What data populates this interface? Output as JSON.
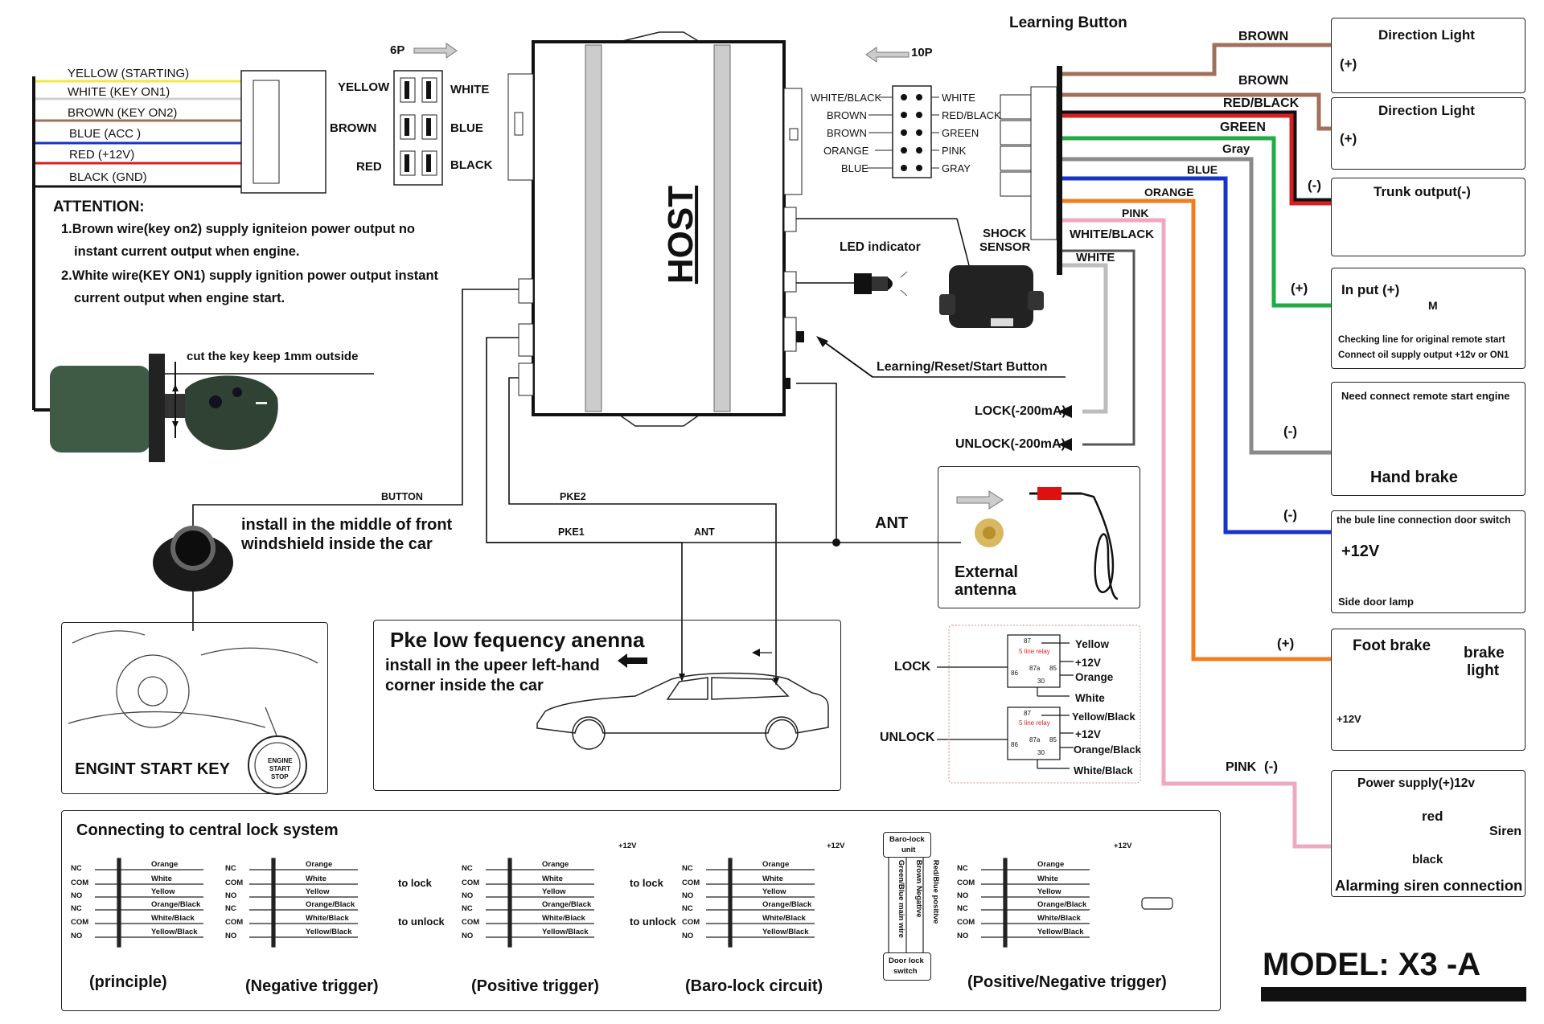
{
  "input_wires": [
    "YELLOW (STARTING)",
    "WHITE (KEY ON1)",
    "BROWN (KEY ON2)",
    "BLUE (ACC )",
    "RED (+12V)",
    "BLACK (GND)"
  ],
  "attention": {
    "title": "ATTENTION:",
    "line1": "1.Brown wire(key on2) supply igniteion power output no",
    "line1b": "instant current output when engine.",
    "line2": "2.White wire(KEY ON1) supply ignition power output instant",
    "line2b": "current output when engine start."
  },
  "connector6p": {
    "label": "6P",
    "left": [
      "YELLOW",
      "BROWN",
      "RED"
    ],
    "right": [
      "WHITE",
      "BLUE",
      "BLACK"
    ]
  },
  "connector10p": {
    "label": "10P",
    "left": [
      "WHITE/BLACK",
      "BROWN",
      "BROWN",
      "ORANGE",
      "BLUE"
    ],
    "right": [
      "WHITE",
      "RED/BLACK",
      "GREEN",
      "PINK",
      "GRAY"
    ]
  },
  "host": "HOST",
  "led": "LED indicator",
  "shock": "SHOCK\nSENSOR",
  "shock_l1": "SHOCK",
  "shock_l2": "SENSOR",
  "learning_button": "Learning Button",
  "learn_reset": "Learning/Reset/Start  Button",
  "cut_key": "cut the key keep 1mm outside",
  "lock_out": "LOCK(-200mA)",
  "unlock_out": "UNLOCK(-200mA)",
  "ant": "ANT",
  "ext_ant_1": "External",
  "ext_ant_2": "antenna",
  "wire_labels": {
    "button": "BUTTON",
    "pke2": "PKE2",
    "pke1": "PKE1",
    "ant": "ANT"
  },
  "start_btn_1": "install in the middle of front",
  "start_btn_2": "windshield inside the car",
  "start_key": "ENGINT START KEY",
  "start_key_btn": [
    "ENGINE",
    "START",
    "STOP"
  ],
  "pke_title": "Pke low fequency anenna",
  "pke_l1": "install in the upeer left-hand",
  "pke_l2": "corner inside the car",
  "right_wires": [
    "BROWN",
    "BROWN",
    "RED/BLACK",
    "GREEN",
    "Gray",
    "BLUE",
    "ORANGE",
    "PINK",
    "WHITE/BLACK",
    "WHITE"
  ],
  "dir1": "Direction Light",
  "dir2": "Direction Light",
  "plus": "(+)",
  "minus": "(-)",
  "trunk": "Trunk output(-)",
  "input_box": {
    "title": "In put (+)",
    "m": "M",
    "l1": "Checking line for original remote start",
    "l2": "Connect oil supply output +12v or ON1"
  },
  "hand": {
    "top": "Need connect remote start engine",
    "label": "Hand brake"
  },
  "door": {
    "top": "the bule line connection door switch",
    "v": "+12V",
    "lamp": "Side door lamp"
  },
  "foot": {
    "title": "Foot brake",
    "brake_l1": "brake",
    "brake_l2": "light",
    "v": "+12V"
  },
  "siren": {
    "top": "Power supply(+)12v",
    "red": "red",
    "black": "black",
    "siren": "Siren",
    "bottom": "Alarming siren connection",
    "pink": "PINK"
  },
  "relay": {
    "lock": "LOCK",
    "unlock": "UNLOCK",
    "r1": [
      "Yellow",
      "+12V",
      "Orange",
      "White"
    ],
    "r2": [
      "Yellow/Black",
      "+12V",
      "Orange/Black",
      "White/Black"
    ],
    "relay_name": "5 line relay",
    "pins": [
      "87",
      "86",
      "87a",
      "85",
      "30"
    ]
  },
  "central": {
    "title": "Connecting to central lock system",
    "captions": [
      "(principle)",
      "(Negative trigger)",
      "(Positive trigger)",
      "(Baro-lock circuit)",
      "(Positive/Negative trigger)"
    ],
    "pins": [
      "NC",
      "COM",
      "NO",
      "NC",
      "COM",
      "NO"
    ],
    "wires": [
      "Orange",
      "White",
      "Yellow",
      "Orange/Black",
      "White/Black",
      "Yellow/Black"
    ],
    "to_lock": "to lock",
    "to_unlock": "to unlock",
    "v12": "+12V",
    "baro_unit": [
      "Baro-lock",
      "unit"
    ],
    "door_switch": [
      "Door lock",
      "switch"
    ],
    "v1": "Green/Blue main wire",
    "v2": "Brown Negative",
    "v3": "Red/Blue positive"
  },
  "model": "MODEL:    X3 -A",
  "colors": {
    "brown": "#a0705a",
    "red": "#d42020",
    "green": "#22aa44",
    "gray": "#8a8a8a",
    "blue": "#1733c8",
    "orange": "#ef7d22",
    "pink": "#f0a8c2",
    "white": "#cfcfcf",
    "yellow": "#f2e64b",
    "black": "#111111"
  }
}
